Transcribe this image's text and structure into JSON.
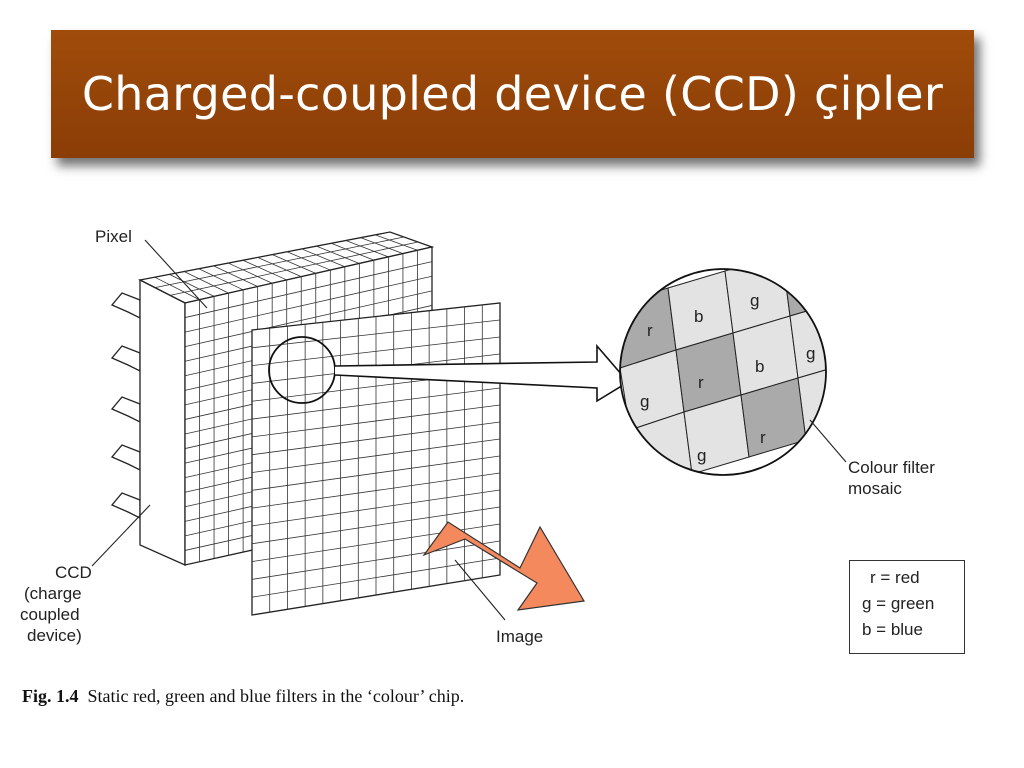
{
  "slide": {
    "title": "Charged-coupled device (CCD) çipler"
  },
  "figure": {
    "labels": {
      "pixel": "Pixel",
      "ccd": [
        "CCD",
        "(charge",
        "coupled",
        "device)"
      ],
      "image": "Image",
      "mosaic": [
        "Colour filter",
        "mosaic"
      ]
    },
    "legend": [
      "r = red",
      "g = green",
      "b = blue"
    ],
    "caption_number": "Fig. 1.4",
    "caption_text": "Static red, green and blue filters in the ‘colour’ chip.",
    "mosaic_cells": [
      "r",
      "b",
      "g",
      "g",
      "r",
      "b",
      "g",
      "g",
      "r"
    ],
    "colors": {
      "title_bg": "#9a4609",
      "arrow_fill": "#f4895e",
      "filter_dark": "#aaaaaa",
      "filter_light": "#e3e3e3"
    }
  }
}
